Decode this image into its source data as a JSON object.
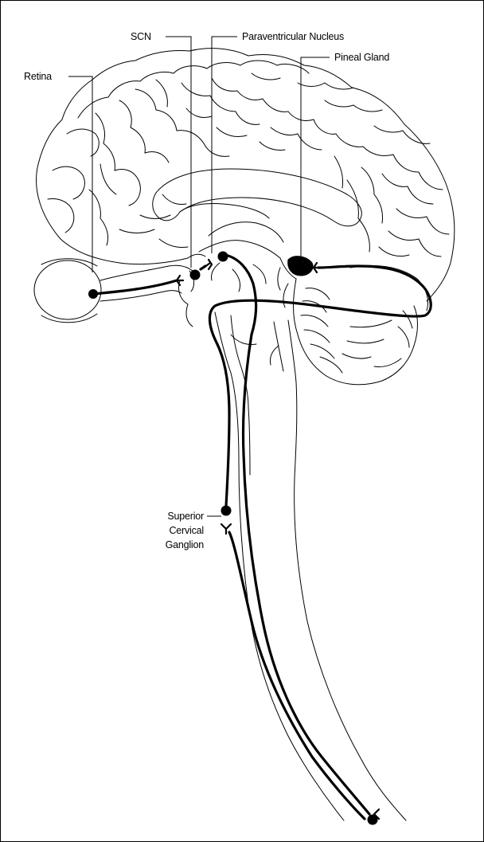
{
  "labels": {
    "retina": "Retina",
    "scn": "SCN",
    "paraventricular": "Paraventricular Nucleus",
    "pineal": "Pineal Gland",
    "scg_line1": "Superior",
    "scg_line2": "Cervical",
    "scg_line3": "Ganglion"
  },
  "colors": {
    "stroke": "#000000",
    "background": "#ffffff"
  }
}
